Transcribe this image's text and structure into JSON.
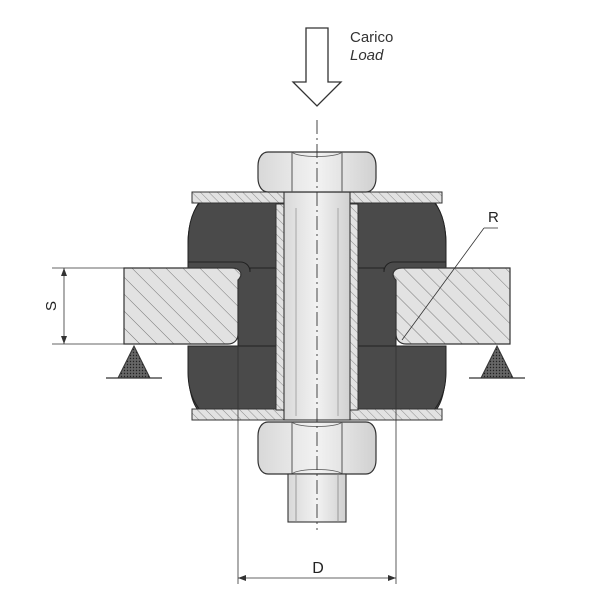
{
  "load_label": {
    "primary": "Carico",
    "secondary": "Load"
  },
  "dimensions": {
    "thickness_label": "S",
    "diameter_label": "D",
    "radius_label": "R"
  },
  "colors": {
    "rubber": "#4a4a4a",
    "metal_fill": "#e2e2e2",
    "hatch": "#777777",
    "line": "#333333",
    "background": "#ffffff"
  },
  "icons": {
    "load_arrow": "down-arrow-icon",
    "support_left": "support-triangle-icon",
    "support_right": "support-triangle-icon"
  }
}
